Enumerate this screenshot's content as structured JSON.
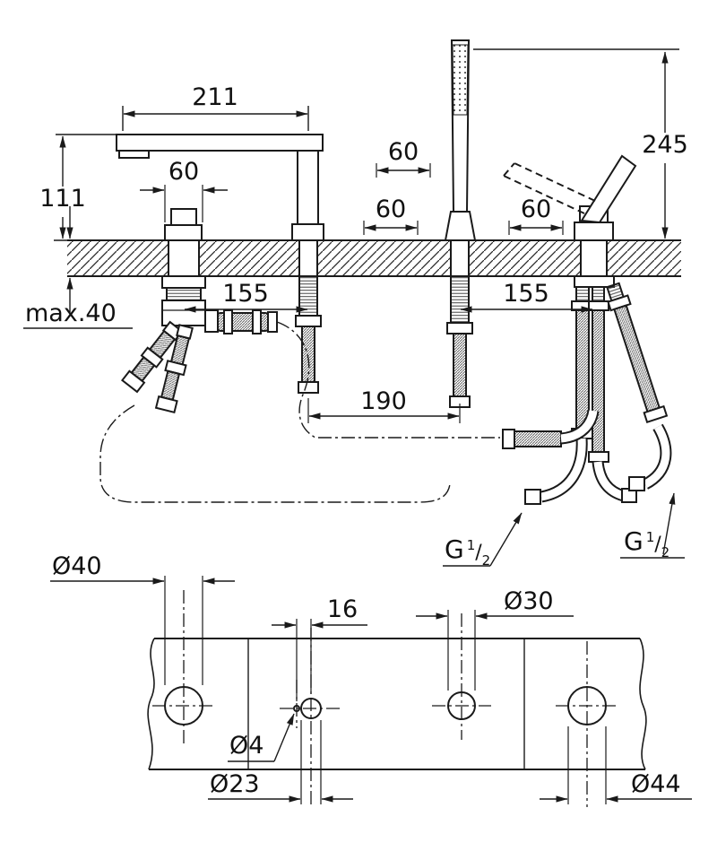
{
  "drawing": {
    "name": "bath-mixer-4-hole-installation-drawing",
    "colors": {
      "line": "#1a1a1a",
      "background": "#ffffff"
    },
    "side_view": {
      "dims": {
        "spout_reach": "211",
        "height_overall": "245",
        "spout_height": "111",
        "deck_thickness": "max.40",
        "width_a": "60",
        "width_b": "60",
        "width_c": "60",
        "width_d": "60",
        "spacing_left": "155",
        "spacing_right": "155",
        "spacing_center": "190",
        "thread_left": {
          "prefix": "G",
          "num": "1",
          "den": "2"
        },
        "thread_right": {
          "prefix": "G",
          "num": "1",
          "den": "2"
        }
      }
    },
    "plan_view": {
      "dims": {
        "hole1_dia": "Ø40",
        "hole2_dia": "Ø23",
        "pin_dia": "Ø4",
        "pin_offset": "16",
        "hole3_dia": "Ø30",
        "hole4_dia": "Ø44"
      }
    }
  }
}
